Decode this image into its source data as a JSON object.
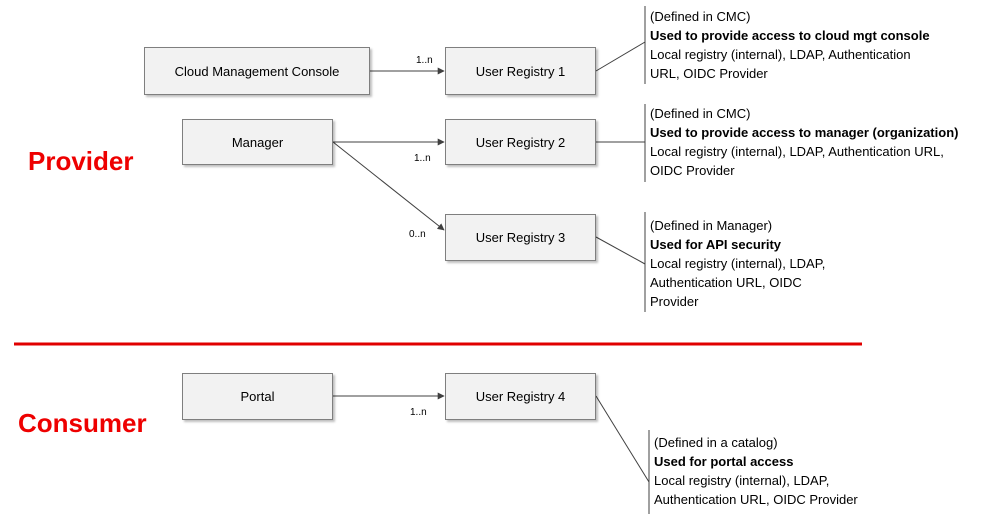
{
  "colors": {
    "section_label": "#ee0000",
    "divider": "#e00000",
    "box_fill": "#f2f2f2",
    "box_border": "#7f7f7f",
    "connector": "#404040"
  },
  "sections": {
    "provider": "Provider",
    "consumer": "Consumer"
  },
  "nodes": {
    "cmc": "Cloud Management Console",
    "manager": "Manager",
    "portal": "Portal",
    "ur1": "User Registry 1",
    "ur2": "User Registry 2",
    "ur3": "User Registry 3",
    "ur4": "User Registry 4"
  },
  "multiplicities": {
    "cmc_ur1": "1..n",
    "manager_ur2": "1..n",
    "manager_ur3": "0..n",
    "portal_ur4": "1..n"
  },
  "notes": {
    "ur1": {
      "lines": [
        "(Defined in CMC)",
        "Used to provide access to cloud mgt console",
        "Local registry (internal), LDAP, Authentication",
        "URL, OIDC Provider"
      ]
    },
    "ur2": {
      "lines": [
        "(Defined in CMC)",
        "Used to provide access to manager (organization)",
        "Local registry (internal), LDAP, Authentication URL,",
        "OIDC Provider"
      ]
    },
    "ur3": {
      "lines": [
        "(Defined in Manager)",
        "Used for API security",
        "Local registry (internal), LDAP,",
        "Authentication URL, OIDC",
        "Provider"
      ]
    },
    "ur4": {
      "lines": [
        "(Defined in a catalog)",
        "Used for portal access",
        "Local registry (internal), LDAP,",
        "Authentication URL, OIDC Provider"
      ]
    }
  }
}
